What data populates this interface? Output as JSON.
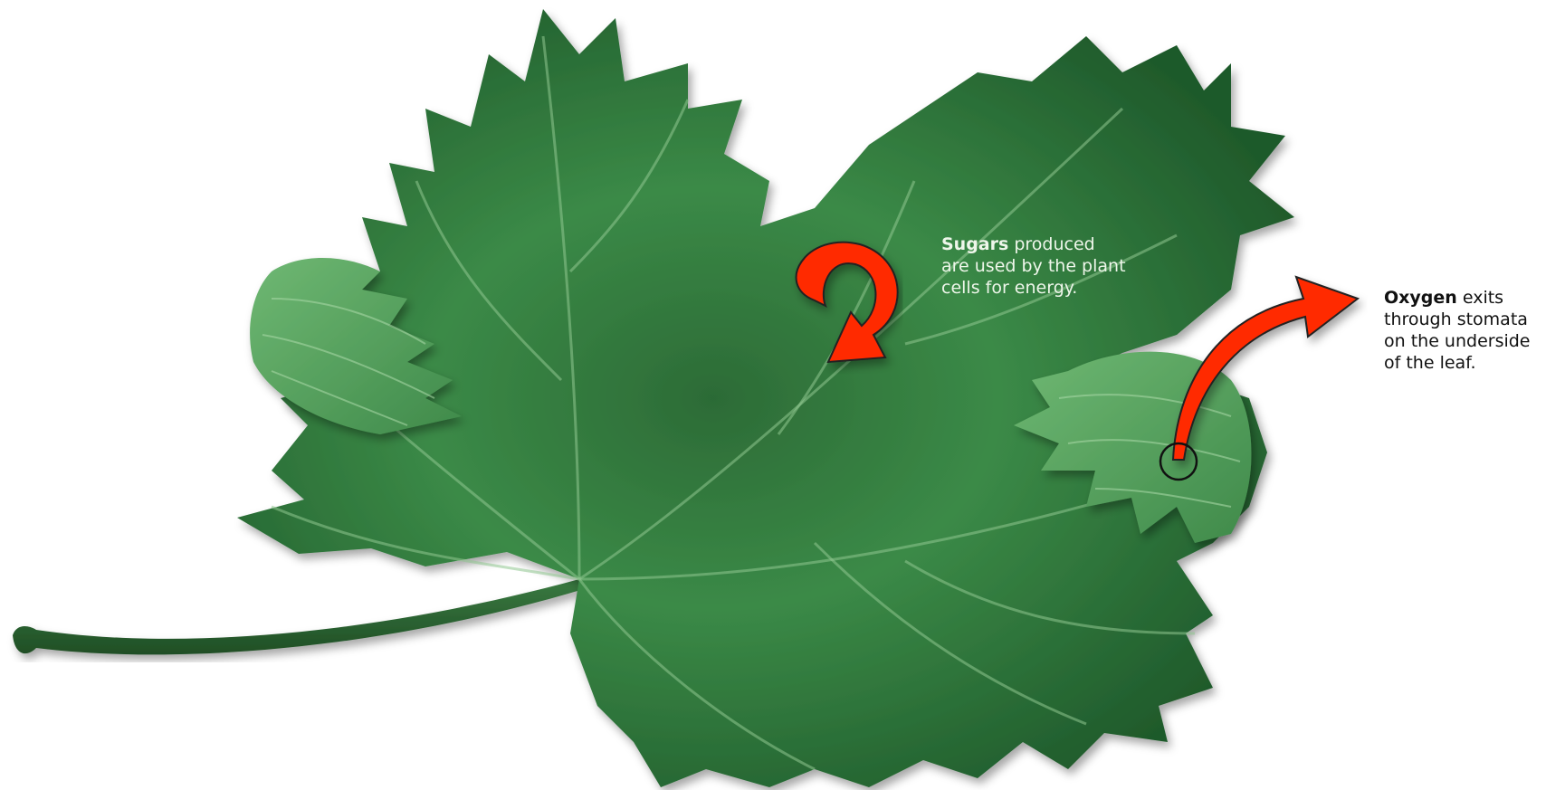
{
  "colors": {
    "background": "#ffffff",
    "leaf_dark": "#1f5a2b",
    "leaf_mid": "#2f7a3c",
    "leaf_light": "#58a55f",
    "vein": "#8fc68f",
    "arrow_red": "#ff2a00",
    "label_on_leaf": "#eef6ea",
    "label_outside": "#111111"
  },
  "labels": {
    "sugars": {
      "bold": "Sugars",
      "line1_rest": " produced",
      "line2": "are used by the plant",
      "line3": "cells for energy."
    },
    "oxygen": {
      "bold": "Oxygen",
      "line1_rest": " exits",
      "line2": "through stomata",
      "line3": "on the underside",
      "line4": "of the leaf."
    }
  },
  "icons": {
    "sugar_arrow": "curved-red-arrow-icon",
    "oxygen_arrow": "curved-red-arrow-icon",
    "stoma_marker": "circle-outline-icon"
  }
}
